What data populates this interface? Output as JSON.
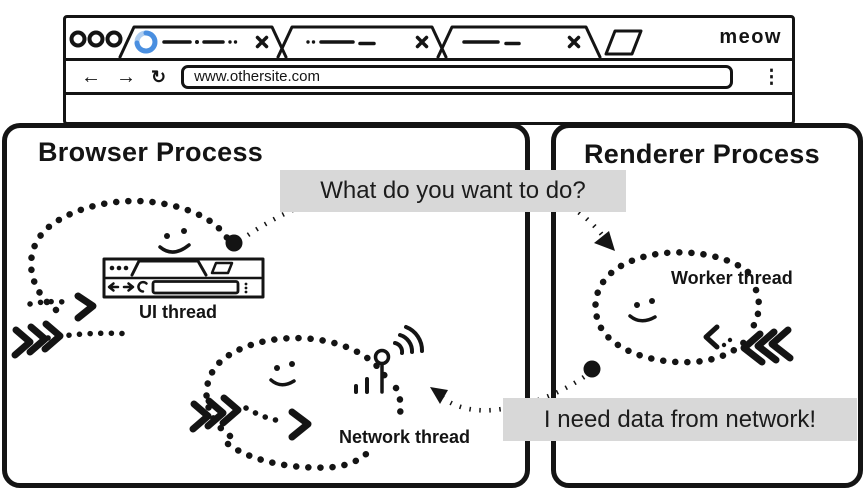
{
  "window": {
    "brand": "meow",
    "url_field": {
      "value": "www.othersite.com"
    },
    "nav": {
      "back_icon": "←",
      "forward_icon": "→",
      "reload_icon": "↻",
      "menu_icon": "⋮"
    }
  },
  "processes": {
    "browser": {
      "title": "Browser Process",
      "threads": {
        "ui": {
          "label": "UI thread"
        },
        "network": {
          "label": "Network thread"
        }
      }
    },
    "renderer": {
      "title": "Renderer Process",
      "threads": {
        "worker": {
          "label": "Worker thread"
        }
      }
    }
  },
  "messages": {
    "ask": {
      "text": "What do you want to do?"
    },
    "need_data": {
      "text": "I need data from network!"
    }
  },
  "colors": {
    "ink": "#141414",
    "bubble_bg": "#d8d8d8",
    "spinner_dark": "#4a8fe0",
    "spinner_light": "#aecdf0"
  }
}
